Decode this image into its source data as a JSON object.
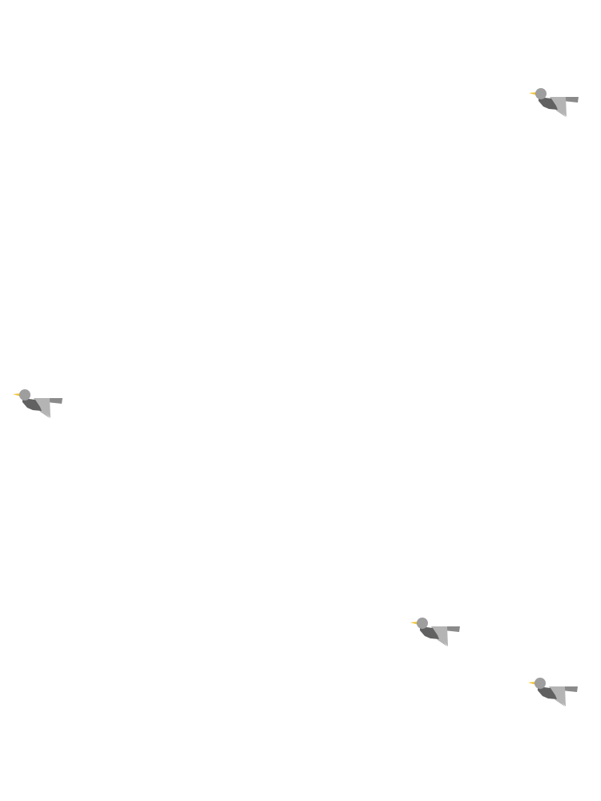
{
  "scene": {
    "background_color": "#ffffff",
    "sprite_icon": "flying-bird-icon",
    "colors": {
      "head": "#9e9e9e",
      "beak": "#f2c230",
      "body_dark": "#616161",
      "wing_light": "#b4b4b4",
      "tail": "#8a8a8a"
    },
    "birds": [
      {
        "id": "bird-1",
        "heading": "left"
      },
      {
        "id": "bird-2",
        "heading": "left"
      },
      {
        "id": "bird-3",
        "heading": "left"
      },
      {
        "id": "bird-4",
        "heading": "left"
      }
    ]
  }
}
